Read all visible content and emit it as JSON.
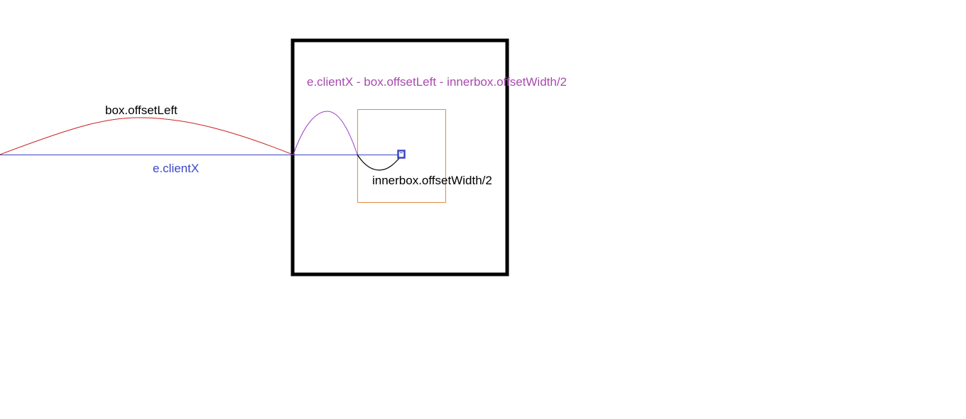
{
  "labels": {
    "box_offset_left": "box.offsetLeft",
    "client_x": "e.clientX",
    "inner_half_width": "innerbox.offsetWidth/2",
    "formula": "e.clientX - box.offsetLeft - innerbox.offsetWidth/2"
  },
  "colors": {
    "outer_box": "#000000",
    "inner_box": "#e08a3c",
    "client_x_line": "#3b46c4",
    "offset_left_curve": "#cc1f1f",
    "formula_curve": "#9b3fc9",
    "half_width_curve": "#000000",
    "cursor": "#3b46c4",
    "text_default": "#000000",
    "text_client_x": "#3b46c4",
    "text_formula": "#a84aae"
  }
}
